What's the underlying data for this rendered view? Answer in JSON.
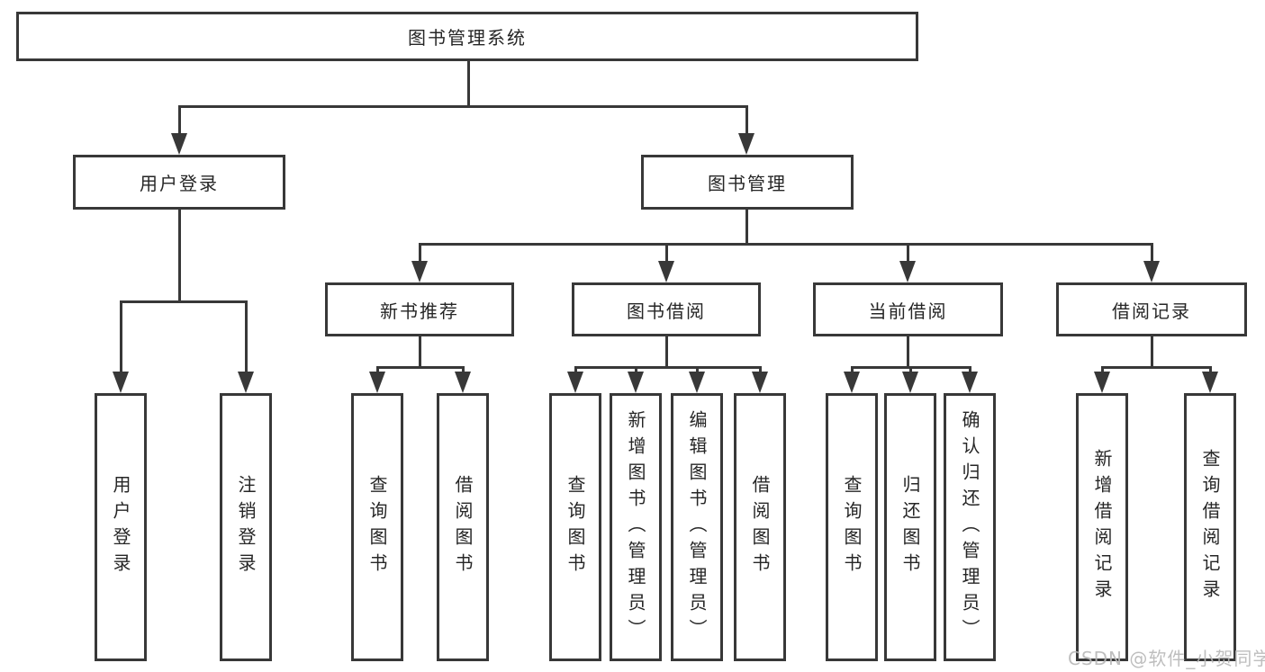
{
  "diagram": {
    "title": "图书管理系统",
    "colors": {
      "line": "#383838",
      "text": "#262626",
      "watermark": "#b7b7b7"
    },
    "nodes": {
      "root": "图书管理系统",
      "user_login": "用户登录",
      "book_mgmt": "图书管理",
      "new_book_rec": "新书推荐",
      "book_borrow": "图书借阅",
      "current_borrow": "当前借阅",
      "borrow_records": "借阅记录",
      "leaf_user_login": "用户登录",
      "leaf_logout": "注销登录",
      "leaf_nb_query": "查询图书",
      "leaf_nb_borrow": "借阅图书",
      "leaf_bb_query": "查询图书",
      "leaf_bb_add": "新增图书（管理员）",
      "leaf_bb_edit": "编辑图书（管理员）",
      "leaf_bb_borrow": "借阅图书",
      "leaf_cb_query": "查询图书",
      "leaf_cb_return": "归还图书",
      "leaf_cb_confirm": "确认归还（管理员）",
      "leaf_br_add": "新增借阅记录",
      "leaf_br_query": "查询借阅记录"
    },
    "watermark": "CSDN @软件_小贺同学"
  }
}
